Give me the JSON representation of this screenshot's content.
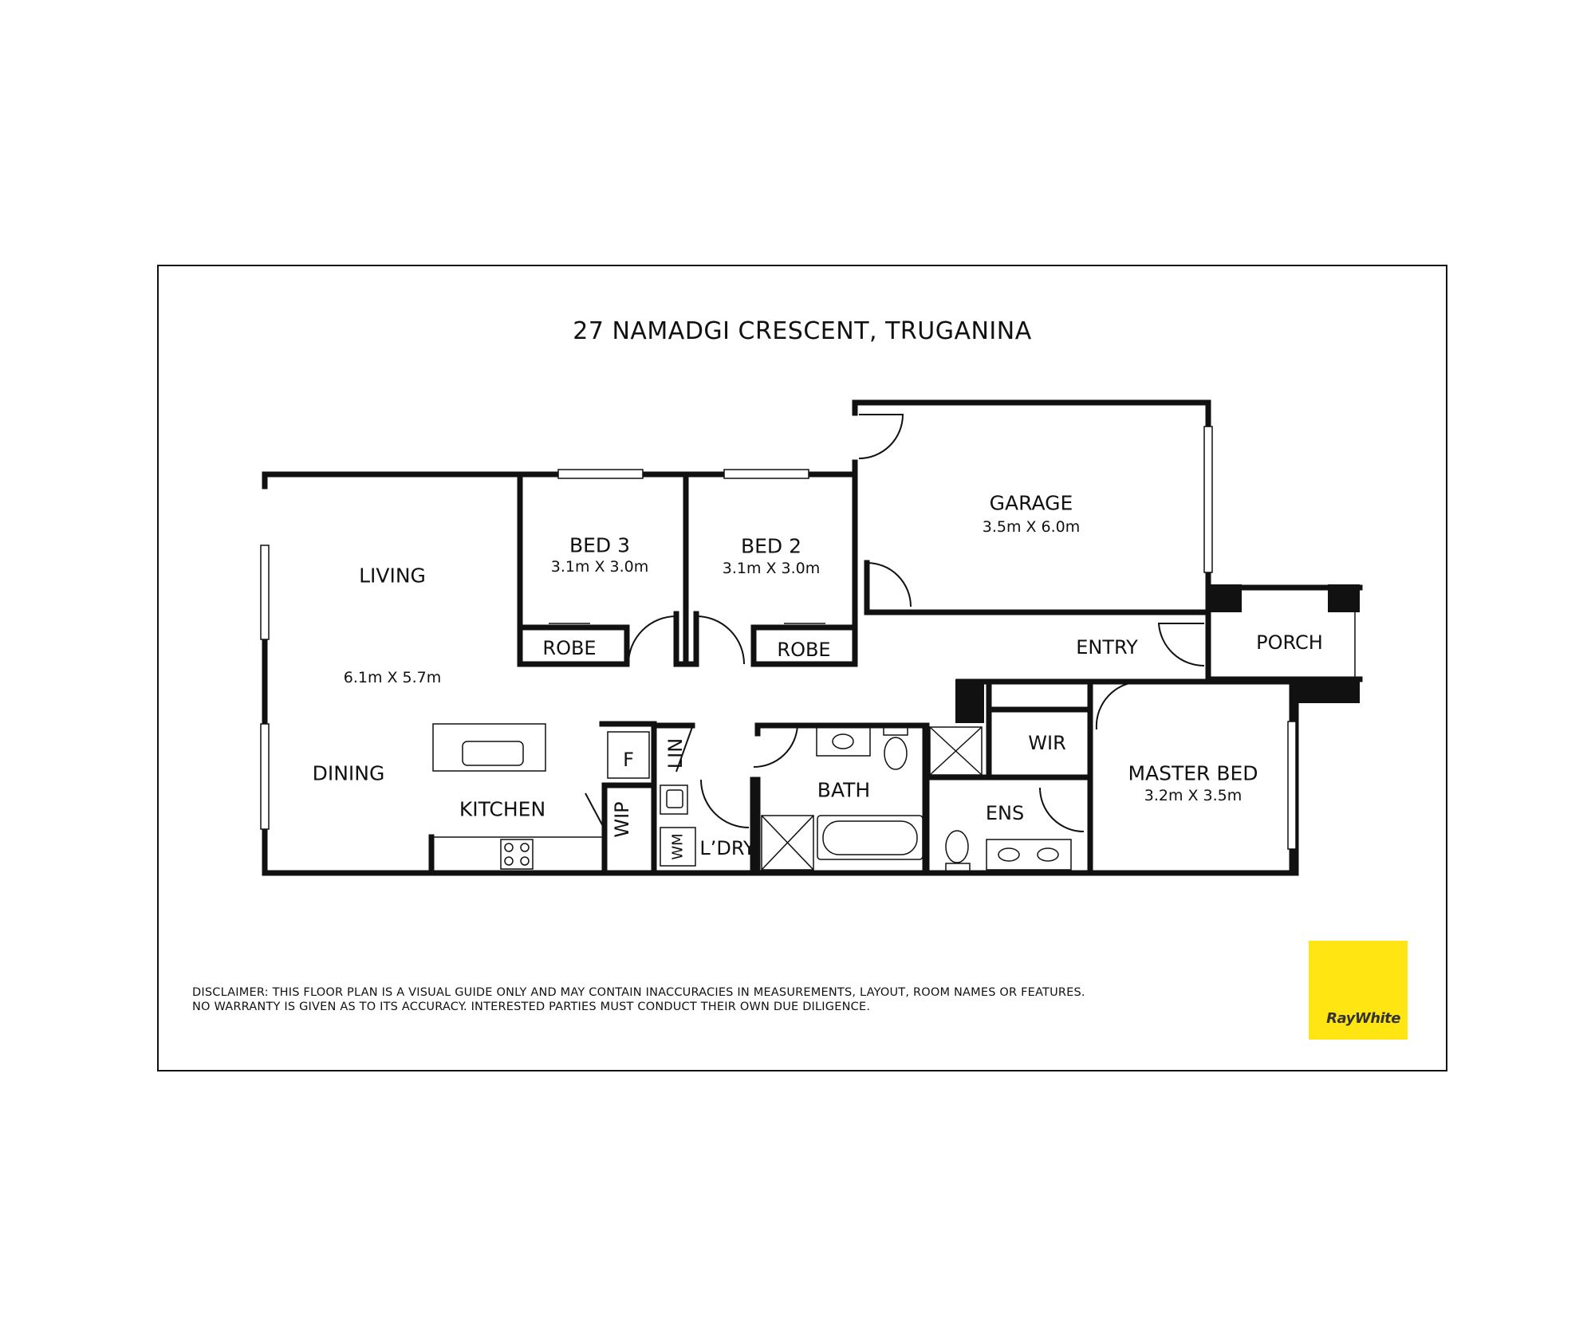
{
  "title": "27 NAMADGI CRESCENT, TRUGANINA",
  "rooms": {
    "living": "LIVING",
    "living_dims": "6.1m X 5.7m",
    "dining": "DINING",
    "kitchen": "KITCHEN",
    "bed3": "BED 3",
    "bed3_dims": "3.1m X 3.0m",
    "bed2": "BED 2",
    "bed2_dims": "3.1m X 3.0m",
    "robe": "ROBE",
    "garage": "GARAGE",
    "garage_dims": "3.5m X 6.0m",
    "entry": "ENTRY",
    "porch": "PORCH",
    "wir": "WIR",
    "master_bed": "MASTER BED",
    "master_dims": "3.2m X 3.5m",
    "ens": "ENS",
    "bath": "BATH",
    "laundry": "L’DRY",
    "wm": "WM",
    "lin": "LIN",
    "wip": "WIP",
    "fridge": "F"
  },
  "disclaimer": [
    "DISCLAIMER: THIS FLOOR PLAN IS A VISUAL GUIDE ONLY AND MAY CONTAIN INACCURACIES IN MEASUREMENTS, LAYOUT, ROOM NAMES OR FEATURES.",
    "NO WARRANTY IS GIVEN AS TO ITS ACCURACY. INTERESTED PARTIES MUST CONDUCT THEIR OWN DUE DILIGENCE."
  ],
  "logo": {
    "text": "RayWhite",
    "color": "#ffe512"
  }
}
